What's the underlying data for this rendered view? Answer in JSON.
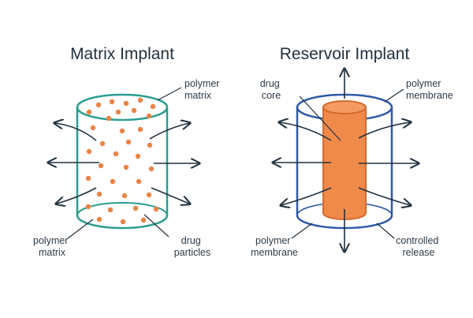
{
  "panels": {
    "matrix": {
      "title": "Matrix Implant",
      "labels": {
        "top_right": [
          "polymer",
          "matrix"
        ],
        "bottom_left": [
          "polymer",
          "matrix"
        ],
        "bottom_right": [
          "drug",
          "particles"
        ]
      }
    },
    "reservoir": {
      "title": "Reservoir Implant",
      "labels": {
        "top_left": [
          "drug",
          "core"
        ],
        "top_right": [
          "polymer",
          "membrane"
        ],
        "bottom_left": [
          "polymer",
          "membrane"
        ],
        "bottom_right": [
          "controlled",
          "release"
        ]
      }
    }
  },
  "colors": {
    "matrix_outline": "#2a9d8f",
    "membrane_outline": "#2f5aa6",
    "drug": "#e98446",
    "drug_core_fill": "#f08a4b",
    "drug_core_stroke": "#d46a2c",
    "arrow": "#22313f",
    "text": "#2d3a46"
  }
}
